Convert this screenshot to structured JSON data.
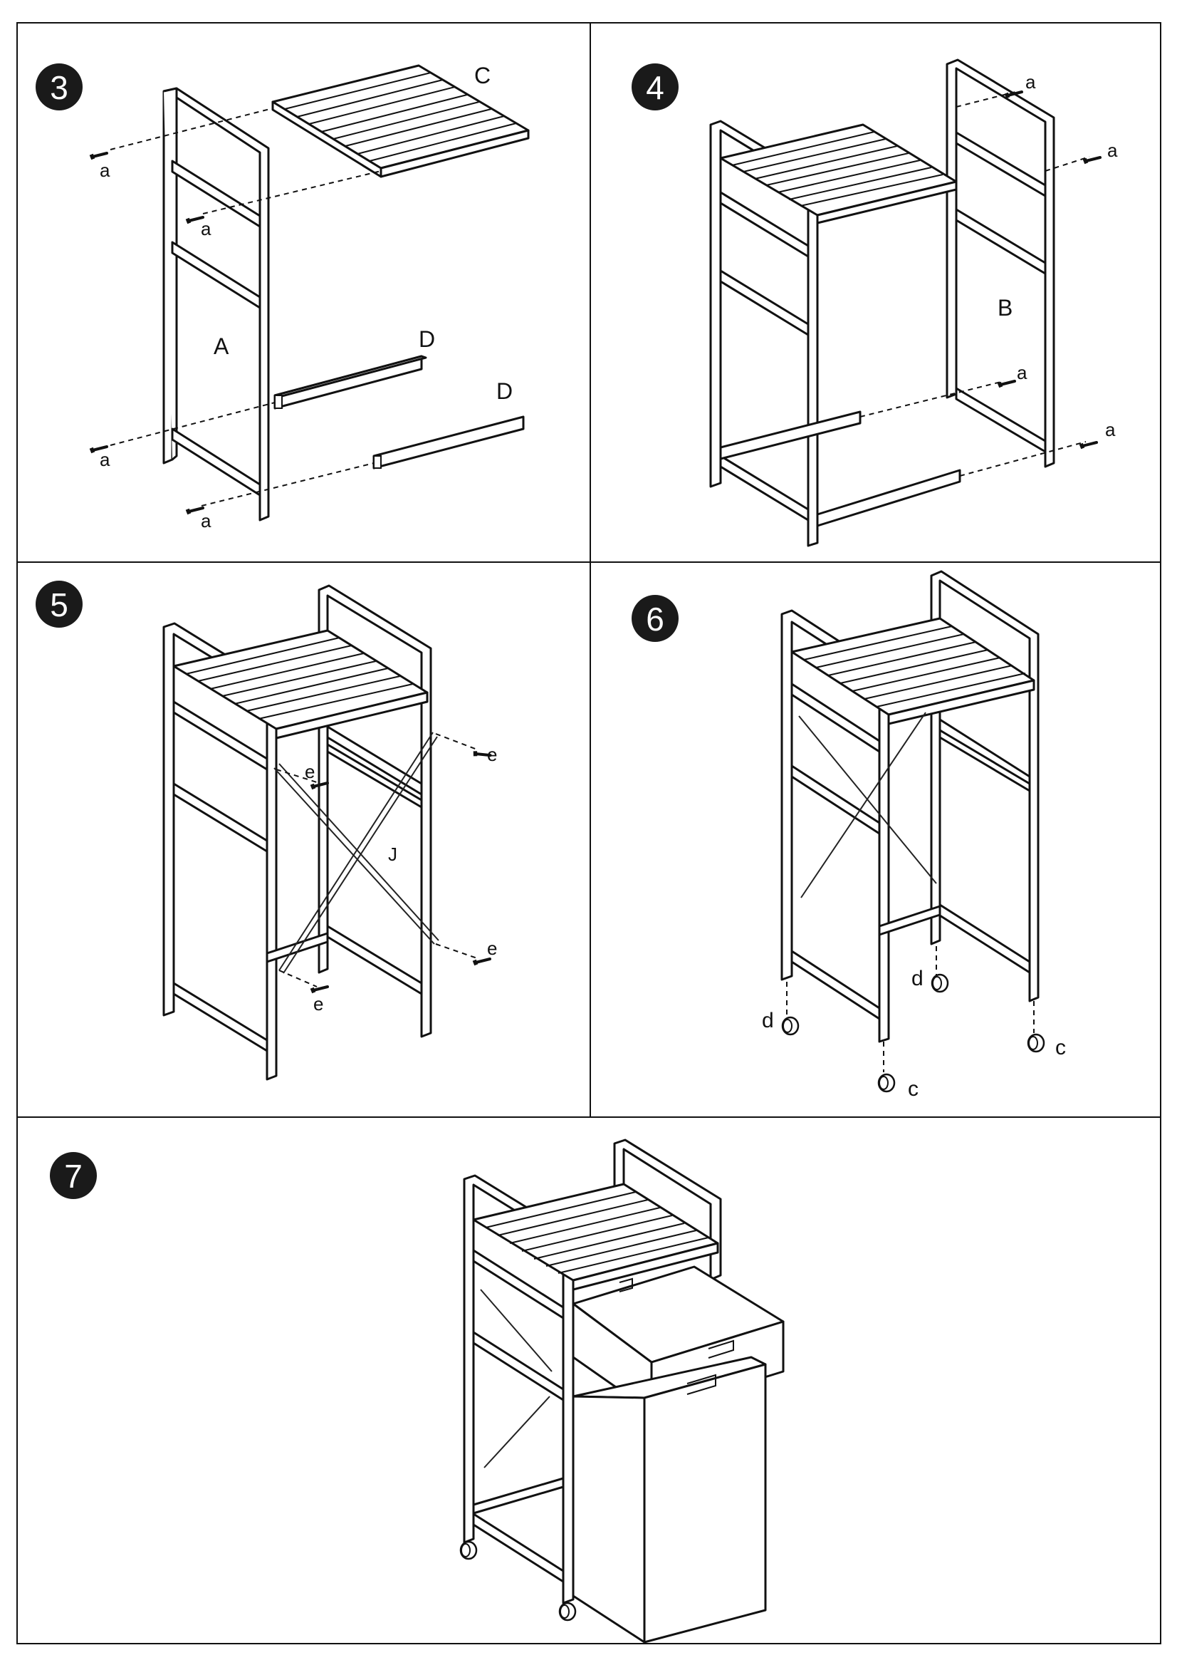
{
  "steps": [
    {
      "number": "3",
      "labels": {
        "frame": "A",
        "shelf": "C",
        "bar1": "D",
        "bar2": "D",
        "screws": [
          "a",
          "a",
          "a",
          "a"
        ]
      }
    },
    {
      "number": "4",
      "labels": {
        "frame": "B",
        "screws": [
          "a",
          "a",
          "a",
          "a"
        ]
      }
    },
    {
      "number": "5",
      "labels": {
        "cross": "J",
        "screws": [
          "e",
          "e",
          "e",
          "e"
        ]
      }
    },
    {
      "number": "6",
      "labels": {
        "wheels": [
          "d",
          "d",
          "c",
          "c"
        ]
      }
    },
    {
      "number": "7",
      "labels": {}
    }
  ],
  "colors": {
    "line": "#111111",
    "badge": "#1a1a1a",
    "background": "#ffffff"
  }
}
